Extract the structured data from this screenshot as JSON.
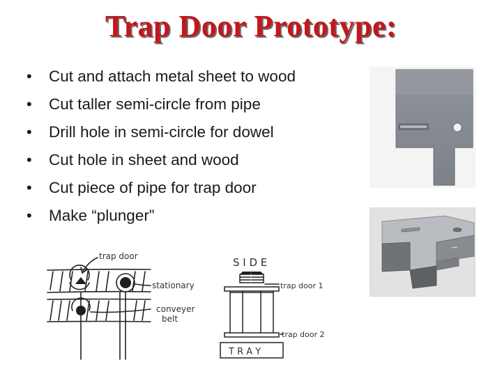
{
  "title": "Trap Door Prototype:",
  "bullets": [
    "Cut and attach metal sheet to wood",
    "Cut taller semi-circle from pipe",
    "Drill hole in semi-circle for dowel",
    "Cut hole in sheet and wood",
    "Cut piece of pipe for trap door",
    "Make “plunger”"
  ],
  "sketch_left": {
    "trap_door_label": "trap door",
    "stationary_label": "stationary",
    "conveyer_label": "conveyer",
    "belt_label": "belt"
  },
  "sketch_right": {
    "side_label": "S I D E",
    "trap_door_1_label": "trap door 1",
    "trap_door_2_label": "trap door 2",
    "tray_label": "T R A Y"
  }
}
